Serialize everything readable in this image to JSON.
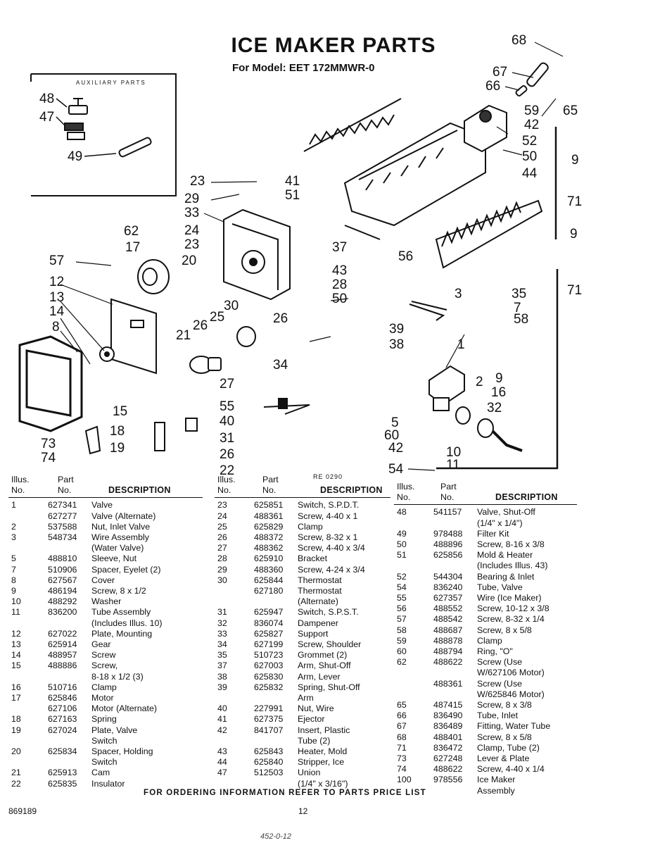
{
  "header": {
    "title": "ICE MAKER PARTS",
    "subtitle": "For Model: EET 172MMWR-0"
  },
  "diagram": {
    "auxiliary_label": "AUXILIARY PARTS",
    "revision": "RE 0290",
    "callouts": [
      "68",
      "67",
      "66",
      "59",
      "65",
      "42",
      "52",
      "50",
      "9",
      "44",
      "71",
      "9",
      "71",
      "48",
      "47",
      "49",
      "23",
      "41",
      "51",
      "29",
      "33",
      "24",
      "23",
      "62",
      "17",
      "37",
      "57",
      "20",
      "56",
      "12",
      "43",
      "28",
      "3",
      "35",
      "7",
      "50",
      "13",
      "14",
      "30",
      "26",
      "25",
      "58",
      "39",
      "38",
      "8",
      "21",
      "26",
      "34",
      "1",
      "2",
      "9",
      "16",
      "27",
      "55",
      "32",
      "40",
      "15",
      "18",
      "5",
      "60",
      "42",
      "10",
      "11",
      "31",
      "26",
      "22",
      "73",
      "74",
      "19",
      "54"
    ]
  },
  "table": {
    "headers": {
      "illus": "Illus.",
      "no": "No.",
      "part": "Part",
      "part_no": "No.",
      "description": "DESCRIPTION"
    },
    "col1": [
      {
        "illus": "1",
        "part": "627341",
        "desc": "Valve"
      },
      {
        "illus": "",
        "part": "627277",
        "desc": "Valve (Alternate)"
      },
      {
        "illus": "2",
        "part": "537588",
        "desc": "Nut, Inlet Valve"
      },
      {
        "illus": "3",
        "part": "548734",
        "desc": "Wire Assembly"
      },
      {
        "illus": "",
        "part": "",
        "desc": "(Water Valve)"
      },
      {
        "illus": "5",
        "part": "488810",
        "desc": "Sleeve, Nut"
      },
      {
        "illus": "7",
        "part": "510906",
        "desc": "Spacer, Eyelet (2)"
      },
      {
        "illus": "8",
        "part": "627567",
        "desc": "Cover"
      },
      {
        "illus": "9",
        "part": "486194",
        "desc": "Screw, 8 x 1/2"
      },
      {
        "illus": "10",
        "part": "488292",
        "desc": "Washer"
      },
      {
        "illus": "11",
        "part": "836200",
        "desc": "Tube Assembly"
      },
      {
        "illus": "",
        "part": "",
        "desc": "(Includes Illus. 10)"
      },
      {
        "illus": "12",
        "part": "627022",
        "desc": "Plate, Mounting"
      },
      {
        "illus": "13",
        "part": "625914",
        "desc": "Gear"
      },
      {
        "illus": "14",
        "part": "488957",
        "desc": "Screw"
      },
      {
        "illus": "15",
        "part": "488886",
        "desc": "Screw,"
      },
      {
        "illus": "",
        "part": "",
        "desc": "8-18 x 1/2 (3)"
      },
      {
        "illus": "16",
        "part": "510716",
        "desc": "Clamp"
      },
      {
        "illus": "17",
        "part": "625846",
        "desc": "Motor"
      },
      {
        "illus": "",
        "part": "627106",
        "desc": "Motor (Alternate)"
      },
      {
        "illus": "18",
        "part": "627163",
        "desc": "Spring"
      },
      {
        "illus": "19",
        "part": "627024",
        "desc": "Plate, Valve"
      },
      {
        "illus": "",
        "part": "",
        "desc": "Switch"
      },
      {
        "illus": "20",
        "part": "625834",
        "desc": "Spacer, Holding"
      },
      {
        "illus": "",
        "part": "",
        "desc": "Switch"
      },
      {
        "illus": "21",
        "part": "625913",
        "desc": "Cam"
      },
      {
        "illus": "22",
        "part": "625835",
        "desc": "Insulator"
      }
    ],
    "col2": [
      {
        "illus": "23",
        "part": "625851",
        "desc": "Switch, S.P.D.T."
      },
      {
        "illus": "24",
        "part": "488361",
        "desc": "Screw, 4-40 x 1"
      },
      {
        "illus": "25",
        "part": "625829",
        "desc": "Clamp"
      },
      {
        "illus": "26",
        "part": "488372",
        "desc": "Screw, 8-32 x 1"
      },
      {
        "illus": "27",
        "part": "488362",
        "desc": "Screw, 4-40 x 3/4"
      },
      {
        "illus": "28",
        "part": "625910",
        "desc": "Bracket"
      },
      {
        "illus": "29",
        "part": "488360",
        "desc": "Screw, 4-24 x 3/4"
      },
      {
        "illus": "30",
        "part": "625844",
        "desc": "Thermostat"
      },
      {
        "illus": "",
        "part": "627180",
        "desc": "Thermostat"
      },
      {
        "illus": "",
        "part": "",
        "desc": "(Alternate)"
      },
      {
        "illus": "31",
        "part": "625947",
        "desc": "Switch, S.P.S.T."
      },
      {
        "illus": "32",
        "part": "836074",
        "desc": "Dampener"
      },
      {
        "illus": "33",
        "part": "625827",
        "desc": "Support"
      },
      {
        "illus": "34",
        "part": "627199",
        "desc": "Screw, Shoulder"
      },
      {
        "illus": "35",
        "part": "510723",
        "desc": "Grommet (2)"
      },
      {
        "illus": "37",
        "part": "627003",
        "desc": "Arm, Shut-Off"
      },
      {
        "illus": "38",
        "part": "625830",
        "desc": "Arm, Lever"
      },
      {
        "illus": "39",
        "part": "625832",
        "desc": "Spring, Shut-Off"
      },
      {
        "illus": "",
        "part": "",
        "desc": "Arm"
      },
      {
        "illus": "40",
        "part": "227991",
        "desc": "Nut, Wire"
      },
      {
        "illus": "41",
        "part": "627375",
        "desc": "Ejector"
      },
      {
        "illus": "42",
        "part": "841707",
        "desc": "Insert, Plastic"
      },
      {
        "illus": "",
        "part": "",
        "desc": "Tube (2)"
      },
      {
        "illus": "43",
        "part": "625843",
        "desc": "Heater, Mold"
      },
      {
        "illus": "44",
        "part": "625840",
        "desc": "Stripper, Ice"
      },
      {
        "illus": "47",
        "part": "512503",
        "desc": "Union"
      },
      {
        "illus": "",
        "part": "",
        "desc": "(1/4\" x 3/16\")"
      }
    ],
    "col3": [
      {
        "illus": "48",
        "part": "541157",
        "desc": "Valve, Shut-Off"
      },
      {
        "illus": "",
        "part": "",
        "desc": "(1/4\" x 1/4\")"
      },
      {
        "illus": "49",
        "part": "978488",
        "desc": "Filter Kit"
      },
      {
        "illus": "50",
        "part": "488896",
        "desc": "Screw, 8-16 x 3/8"
      },
      {
        "illus": "51",
        "part": "625856",
        "desc": "Mold & Heater"
      },
      {
        "illus": "",
        "part": "",
        "desc": "(Includes Illus. 43)"
      },
      {
        "illus": "52",
        "part": "544304",
        "desc": "Bearing & Inlet"
      },
      {
        "illus": "54",
        "part": "836240",
        "desc": "Tube, Valve"
      },
      {
        "illus": "55",
        "part": "627357",
        "desc": "Wire (Ice Maker)"
      },
      {
        "illus": "56",
        "part": "488552",
        "desc": "Screw, 10-12 x 3/8"
      },
      {
        "illus": "57",
        "part": "488542",
        "desc": "Screw, 8-32 x 1/4"
      },
      {
        "illus": "58",
        "part": "488687",
        "desc": "Screw, 8 x 5/8"
      },
      {
        "illus": "59",
        "part": "488878",
        "desc": "Clamp"
      },
      {
        "illus": "60",
        "part": "488794",
        "desc": "Ring, \"O\""
      },
      {
        "illus": "62",
        "part": "488622",
        "desc": "Screw (Use"
      },
      {
        "illus": "",
        "part": "",
        "desc": "W/627106 Motor)"
      },
      {
        "illus": "",
        "part": "488361",
        "desc": "Screw (Use"
      },
      {
        "illus": "",
        "part": "",
        "desc": "W/625846 Motor)"
      },
      {
        "illus": "65",
        "part": "487415",
        "desc": "Screw, 8 x 3/8"
      },
      {
        "illus": "66",
        "part": "836490",
        "desc": "Tube, Inlet"
      },
      {
        "illus": "67",
        "part": "836489",
        "desc": "Fitting, Water Tube"
      },
      {
        "illus": "68",
        "part": "488401",
        "desc": "Screw, 8 x 5/8"
      },
      {
        "illus": "71",
        "part": "836472",
        "desc": "Clamp, Tube (2)"
      },
      {
        "illus": "73",
        "part": "627248",
        "desc": "Lever & Plate"
      },
      {
        "illus": "74",
        "part": "488622",
        "desc": "Screw, 4-40 x 1/4"
      },
      {
        "illus": "100",
        "part": "978556",
        "desc": "Ice Maker"
      },
      {
        "illus": "",
        "part": "",
        "desc": "Assembly"
      }
    ]
  },
  "footer": {
    "note": "FOR ORDERING INFORMATION REFER TO PARTS PRICE LIST",
    "doc_number": "869189",
    "page": "12",
    "handwritten": "452-0-12"
  }
}
